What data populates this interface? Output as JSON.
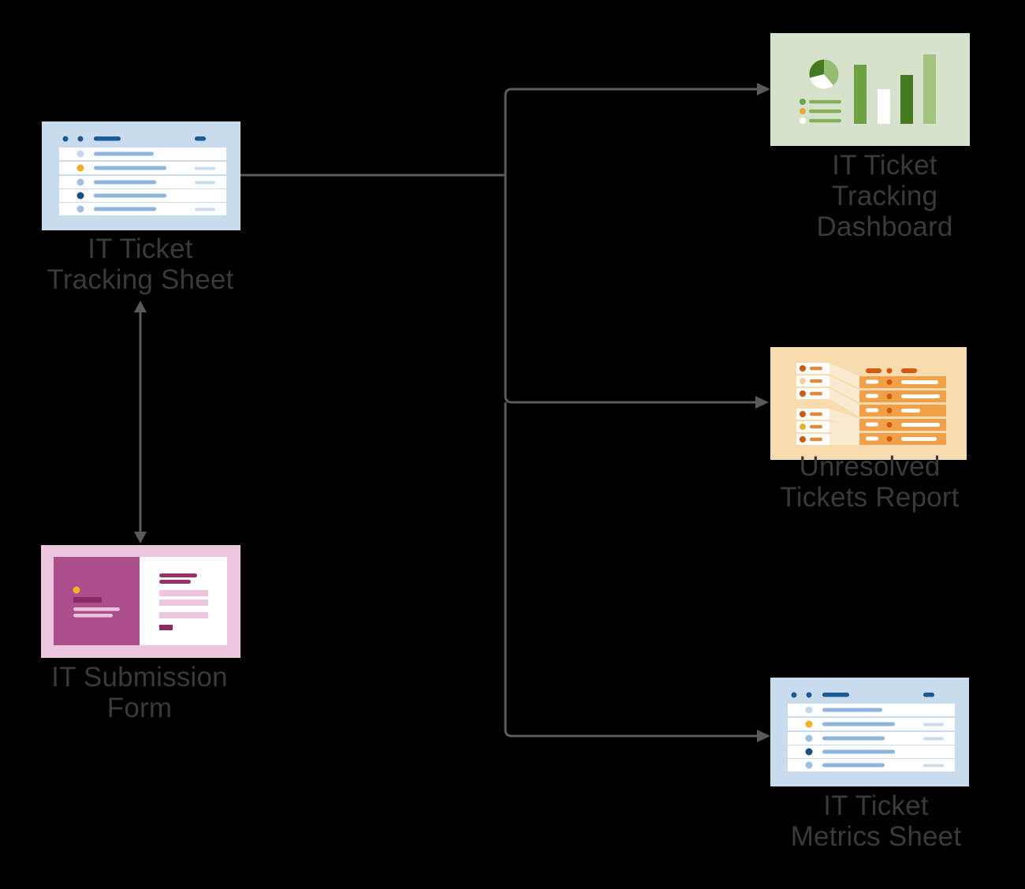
{
  "diagram": {
    "type": "flowchart",
    "background_color": "#000000",
    "connector_color": "#5b5b5b",
    "label_color": "#3a3a3a",
    "nodes": [
      {
        "id": "it-ticket-tracking-sheet",
        "label": "IT Ticket Tracking Sheet",
        "label_lines": [
          "IT Ticket",
          "Tracking Sheet"
        ],
        "illustration": "spreadsheet-icon",
        "colors": {
          "bg": "#c9dcee",
          "accent": "#1c5a96",
          "line": "#8fb4de",
          "warn_dot": "#f0ae2c",
          "dark_dot": "#1b4f82"
        }
      },
      {
        "id": "it-submission-form",
        "label": "IT Submission Form",
        "label_lines": [
          "IT Submission",
          "Form"
        ],
        "illustration": "form-icon",
        "colors": {
          "bg": "#ecc6df",
          "panel": "#ab4e8b",
          "dark": "#8c2a63",
          "text_line": "#97316e",
          "warn_dot": "#f0ae2c"
        }
      },
      {
        "id": "it-ticket-tracking-dashboard",
        "label": "IT Ticket Tracking Dashboard",
        "label_lines": [
          "IT Ticket",
          "Tracking",
          "Dashboard"
        ],
        "illustration": "dashboard-icon",
        "colors": {
          "bg": "#d6e2cc",
          "green_dark": "#447a21",
          "green_mid": "#6da144",
          "green_light": "#a3c381",
          "list_line": "#83b15c",
          "warn_dot": "#f0a830"
        }
      },
      {
        "id": "unresolved-tickets-report",
        "label": "Unresolved Tickets Report",
        "label_lines": [
          "Unresolved",
          "Tickets Report"
        ],
        "illustration": "report-icon",
        "colors": {
          "bg": "#f8dcb0",
          "row": "#f0a148",
          "dark": "#d2590f",
          "dot": "#cc5a11",
          "card_dash": "#e08a3c",
          "warn_dot": "#edaf2e"
        }
      },
      {
        "id": "it-ticket-metrics-sheet",
        "label": "IT Ticket Metrics Sheet",
        "label_lines": [
          "IT Ticket",
          "Metrics Sheet"
        ],
        "illustration": "spreadsheet-icon",
        "colors": {
          "bg": "#c9dcee",
          "accent": "#1c5a96",
          "line": "#8fb4de",
          "warn_dot": "#f0ae2c",
          "dark_dot": "#1b4f82"
        }
      }
    ],
    "edges": [
      {
        "from": "it-ticket-tracking-sheet",
        "to": "it-ticket-tracking-dashboard",
        "style": "arrow"
      },
      {
        "from": "it-ticket-tracking-sheet",
        "to": "unresolved-tickets-report",
        "style": "arrow"
      },
      {
        "from": "it-ticket-tracking-sheet",
        "to": "it-ticket-metrics-sheet",
        "style": "arrow"
      },
      {
        "from": "it-ticket-tracking-sheet",
        "to": "it-submission-form",
        "style": "double-arrow"
      }
    ]
  }
}
